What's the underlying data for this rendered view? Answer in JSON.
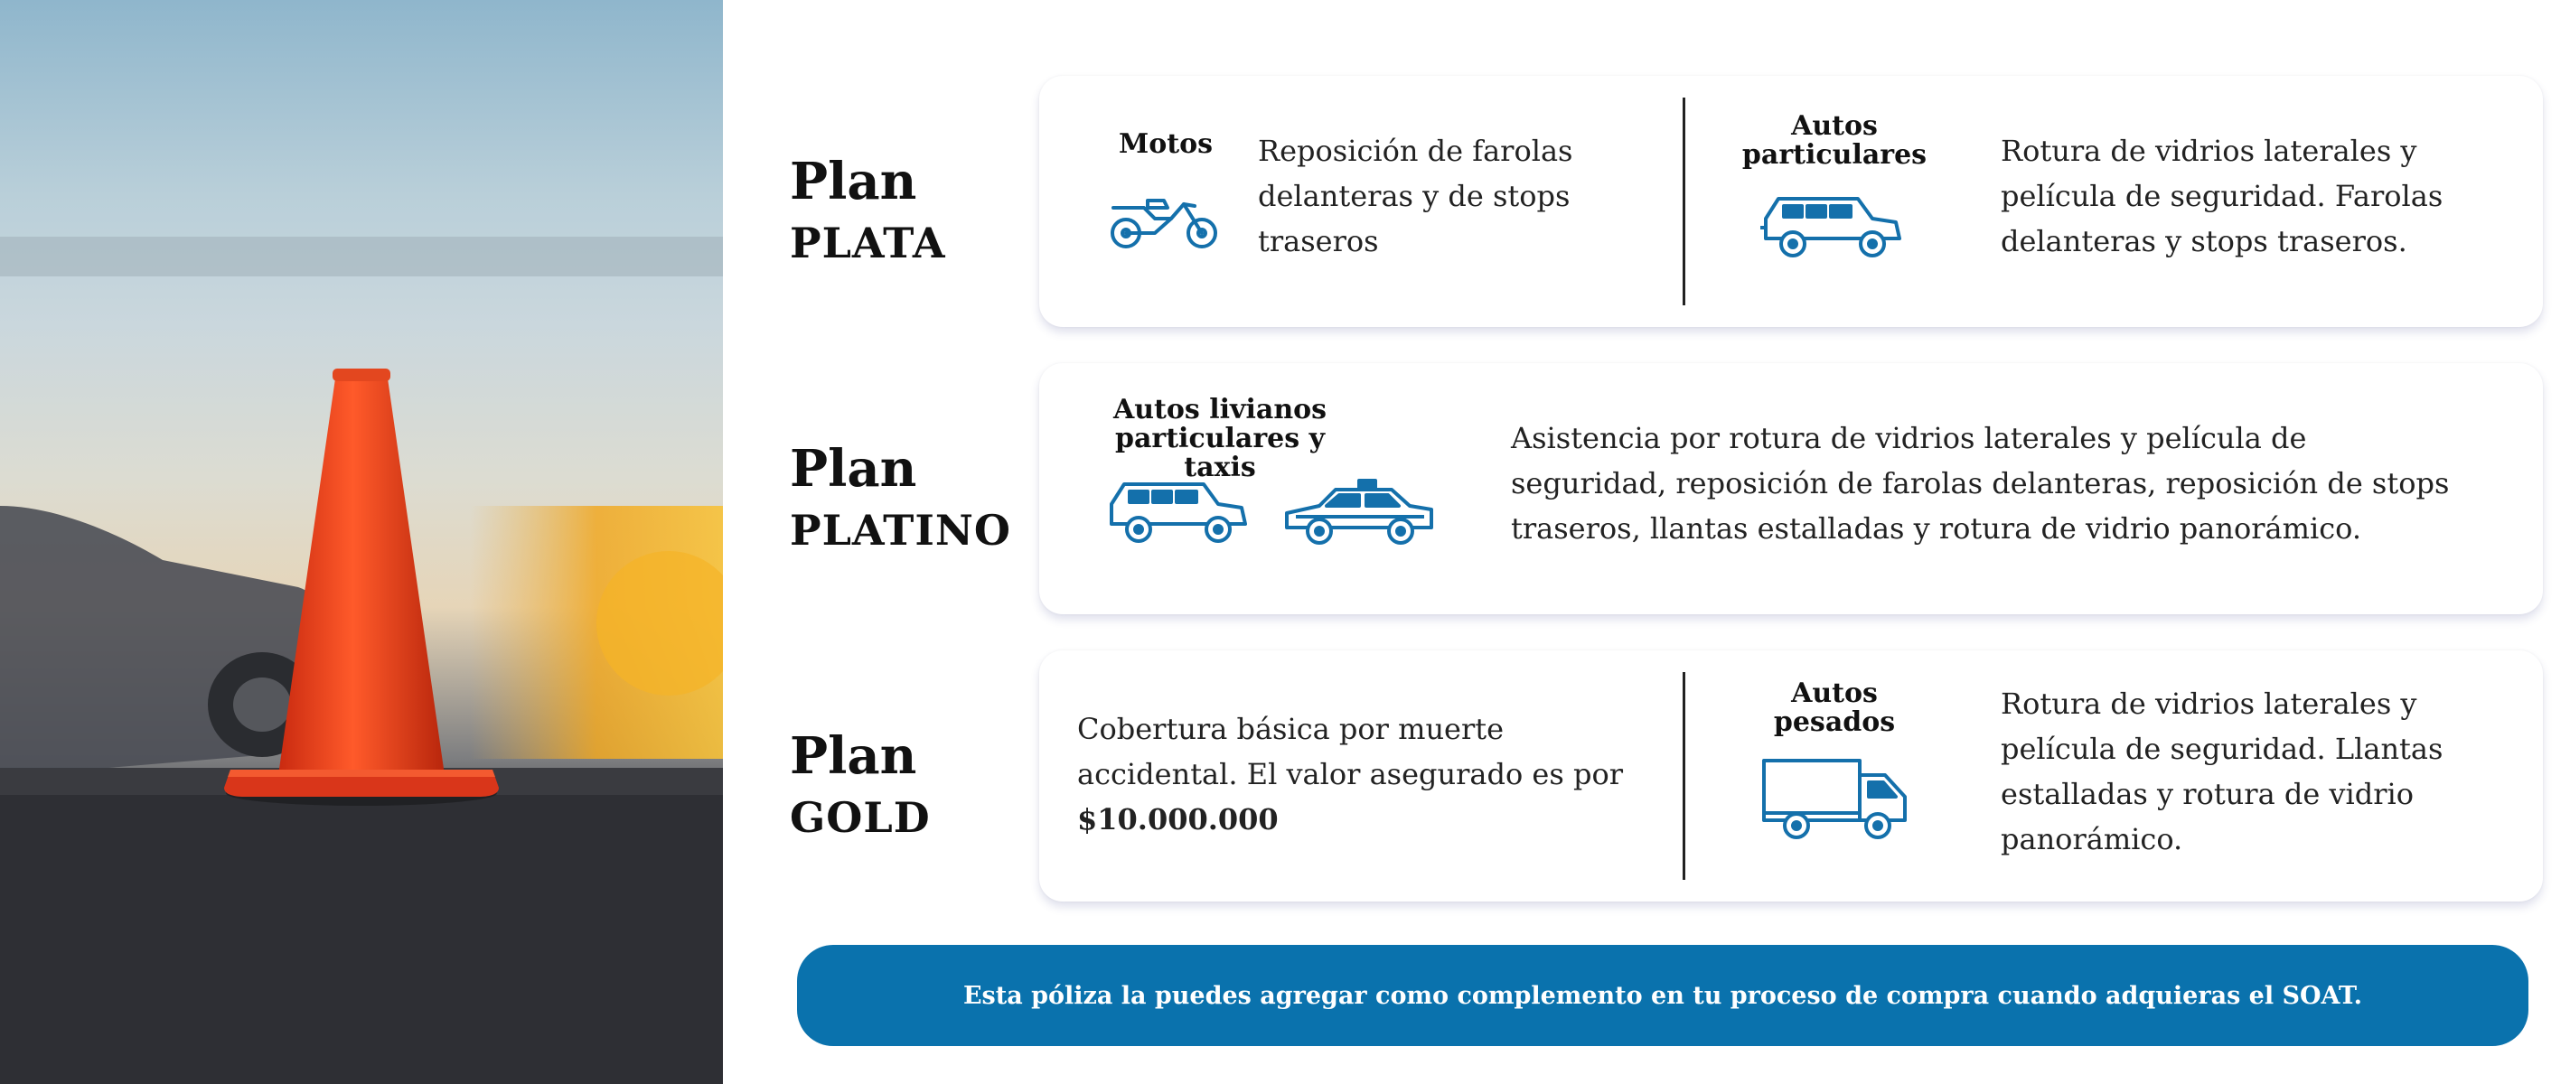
{
  "colors": {
    "accent": "#0a72ad",
    "icon_blue": "#1470ab",
    "text": "#1a1a1a",
    "cone": "#e8401e"
  },
  "photo": {
    "subject": "orange-traffic-cone"
  },
  "plans": [
    {
      "title_word": "Plan",
      "title_name": "PLATA",
      "left": {
        "label": "Motos",
        "icon": "motorcycle-icon",
        "text": "Reposición de farolas delanteras y de stops traseros"
      },
      "right": {
        "label": "Autos particulares",
        "icon": "car-suv-icon",
        "text": "Rotura de vidrios laterales y película de seguridad. Farolas delanteras y stops traseros."
      }
    },
    {
      "title_word": "Plan",
      "title_name": "PLATINO",
      "left": {
        "label": "Autos livianos particulares y taxis",
        "icons": [
          "car-suv-icon",
          "taxi-icon"
        ],
        "text": "Asistencia por rotura de vidrios laterales y película de seguridad, reposición de farolas delanteras, reposición de stops traseros, llantas estalladas y rotura de vidrio panorámico."
      }
    },
    {
      "title_word": "Plan",
      "title_name": "GOLD",
      "left": {
        "text_main": "Cobertura básica por muerte accidental. El valor asegurado es por",
        "amount": "$10.000.000"
      },
      "right": {
        "label": "Autos pesados",
        "icon": "truck-icon",
        "text": "Rotura de vidrios laterales y película de seguridad. Llantas estalladas y rotura de vidrio panorámico."
      }
    }
  ],
  "banner": {
    "text": "Esta póliza la puedes agregar como complemento en tu proceso de compra cuando adquieras el SOAT."
  }
}
